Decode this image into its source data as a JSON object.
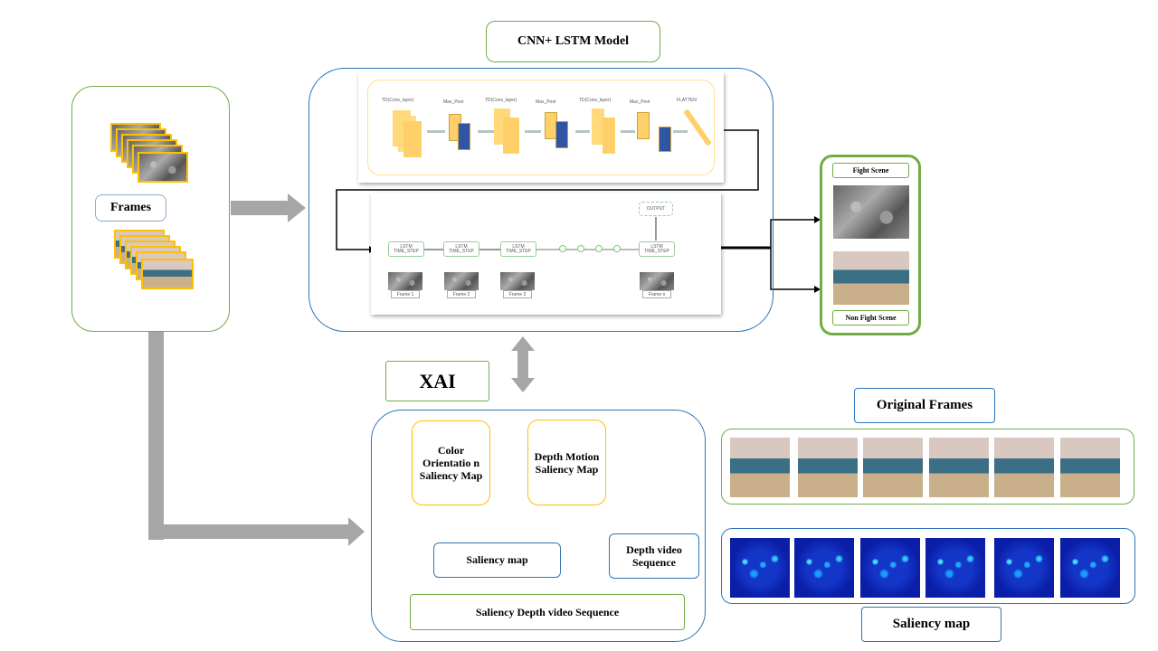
{
  "title": "CNN+ LSTM Model",
  "frames_label": "Frames",
  "xai_label": "XAI",
  "cnn": {
    "layers": [
      "TD(Conv_layer)",
      "Max_Pool",
      "TD(Conv_layer)",
      "Max_Pool",
      "TD(Conv_layer)",
      "Max_Pool",
      "FLATTEN"
    ]
  },
  "lstm": {
    "cells": [
      "LSTM\nTIME_STEP",
      "LSTM\nTIME_STEP",
      "LSTM\nTIME_STEP",
      "LSTM\nTIME_STEP"
    ],
    "frames": [
      "Frame 1",
      "Frame 2",
      "Frame 3",
      "Frame n"
    ],
    "output": "OUTPUT"
  },
  "output_panel": {
    "fight": "Fight Scene",
    "nonfight": "Non Fight Scene"
  },
  "xai_box": {
    "color_map": "Color Orientatio n Saliency Map",
    "depth_motion": "Depth Motion Saliency Map",
    "saliency_map": "Saliency map",
    "depth_video": "Depth video Sequence",
    "saliency_depth": "Saliency Depth video Sequence"
  },
  "right": {
    "original_frames": "Original  Frames",
    "saliency_map": "Saliency map"
  },
  "colors": {
    "green": "#70ad47",
    "blue": "#2e75b6",
    "gold": "#ffc000",
    "arrow": "#a6a6a6"
  }
}
